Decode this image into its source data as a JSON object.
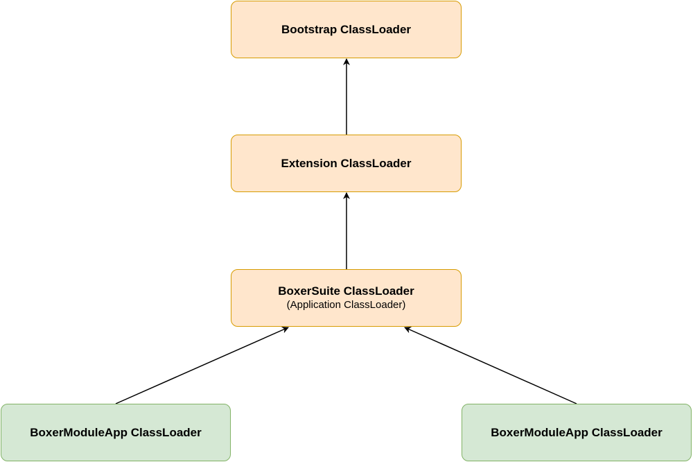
{
  "diagram": {
    "nodes": {
      "bootstrap": {
        "title": "Bootstrap ClassLoader"
      },
      "extension": {
        "title": "Extension ClassLoader"
      },
      "boxersuite": {
        "title": "BoxerSuite ClassLoader",
        "subtitle": "(Application ClassLoader)"
      },
      "module_left": {
        "title": "BoxerModuleApp ClassLoader"
      },
      "module_right": {
        "title": "BoxerModuleApp ClassLoader"
      }
    },
    "edges": [
      {
        "from": "extension",
        "to": "bootstrap"
      },
      {
        "from": "boxersuite",
        "to": "extension"
      },
      {
        "from": "module_left",
        "to": "boxersuite"
      },
      {
        "from": "module_right",
        "to": "boxersuite"
      }
    ],
    "colors": {
      "parent_fill": "#ffe6cc",
      "parent_border": "#d79b00",
      "child_fill": "#d5e8d4",
      "child_border": "#82b366",
      "edge": "#000000"
    }
  }
}
